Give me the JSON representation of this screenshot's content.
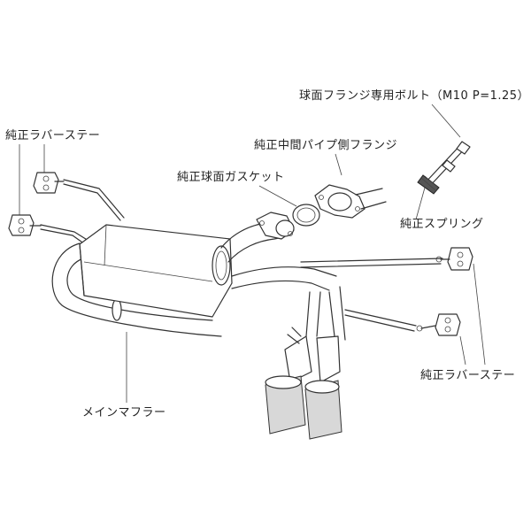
{
  "labels": {
    "ball_flange_bolt": "球面フランジ専用ボルト（M10 P=1.25）",
    "rubber_stay_left": "純正ラバーステー",
    "mid_pipe_flange": "純正中間パイプ側フランジ",
    "ball_gasket": "純正球面ガスケット",
    "spring": "純正スプリング",
    "rubber_stay_right": "純正ラバーステー",
    "main_muffler": "メインマフラー"
  }
}
